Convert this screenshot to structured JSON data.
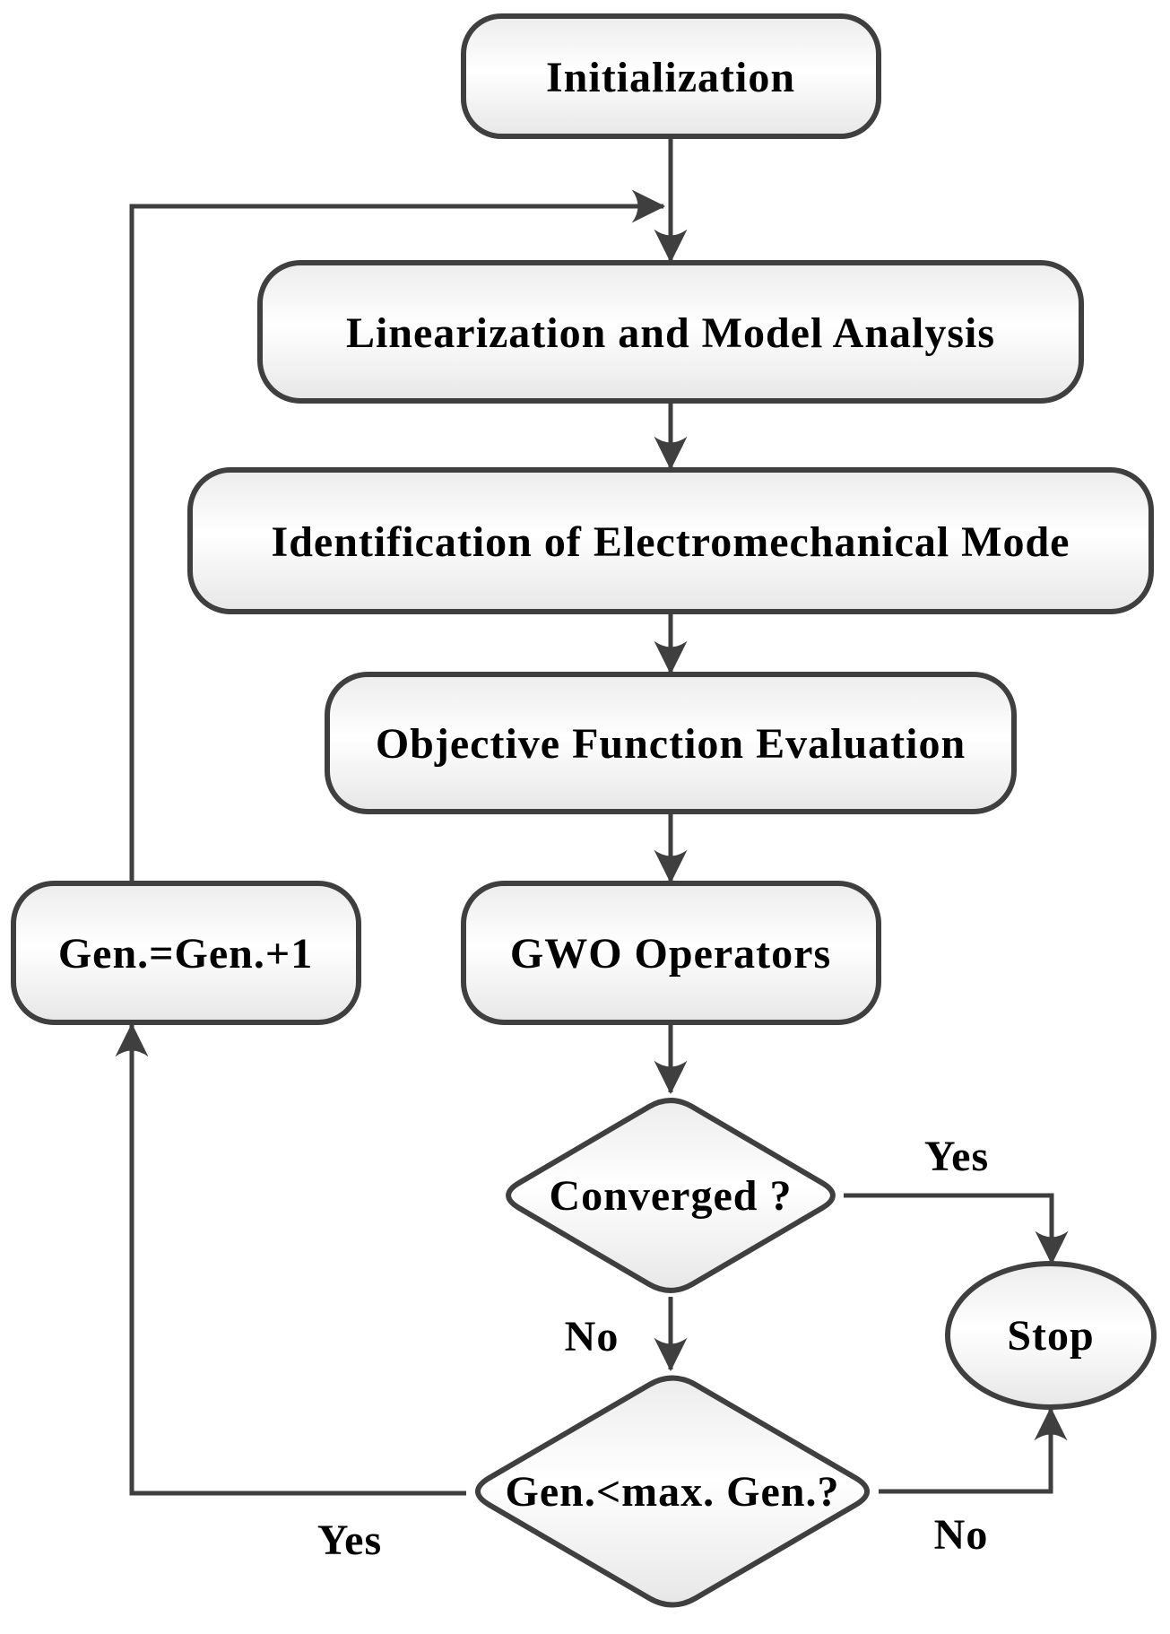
{
  "diagram": {
    "type": "flowchart",
    "colors": {
      "stroke": "#3f3f3f",
      "node_fill_top": "#ececec",
      "node_fill_middle": "#ffffff",
      "node_fill_bottom": "#e7e7e7",
      "text": "#000000",
      "background": "#ffffff"
    },
    "nodes": {
      "initialization": {
        "label": "Initialization",
        "shape": "rounded-rect"
      },
      "linearization": {
        "label": "Linearization and Model Analysis",
        "shape": "rounded-rect"
      },
      "identification": {
        "label": "Identification of Electromechanical Mode",
        "shape": "rounded-rect"
      },
      "objective": {
        "label": "Objective Function Evaluation",
        "shape": "rounded-rect"
      },
      "gwo": {
        "label": "GWO Operators",
        "shape": "rounded-rect"
      },
      "gen_increment": {
        "label": "Gen.=Gen.+1",
        "shape": "rounded-rect"
      },
      "converged": {
        "label": "Converged ?",
        "shape": "diamond"
      },
      "gen_check": {
        "label": "Gen.<max. Gen.?",
        "shape": "diamond"
      },
      "stop": {
        "label": "Stop",
        "shape": "ellipse"
      }
    },
    "edge_labels": {
      "converged_yes": "Yes",
      "converged_no": "No",
      "gen_check_yes": "Yes",
      "gen_check_no": "No"
    },
    "edges": [
      {
        "from": "initialization",
        "to": "linearization",
        "label": ""
      },
      {
        "from": "linearization",
        "to": "identification",
        "label": ""
      },
      {
        "from": "identification",
        "to": "objective",
        "label": ""
      },
      {
        "from": "objective",
        "to": "gwo",
        "label": ""
      },
      {
        "from": "gwo",
        "to": "converged",
        "label": ""
      },
      {
        "from": "converged",
        "to": "stop",
        "label": "Yes"
      },
      {
        "from": "converged",
        "to": "gen_check",
        "label": "No"
      },
      {
        "from": "gen_check",
        "to": "gen_increment",
        "label": "Yes"
      },
      {
        "from": "gen_check",
        "to": "stop",
        "label": "No"
      },
      {
        "from": "gen_increment",
        "to": "linearization",
        "label": ""
      }
    ]
  }
}
